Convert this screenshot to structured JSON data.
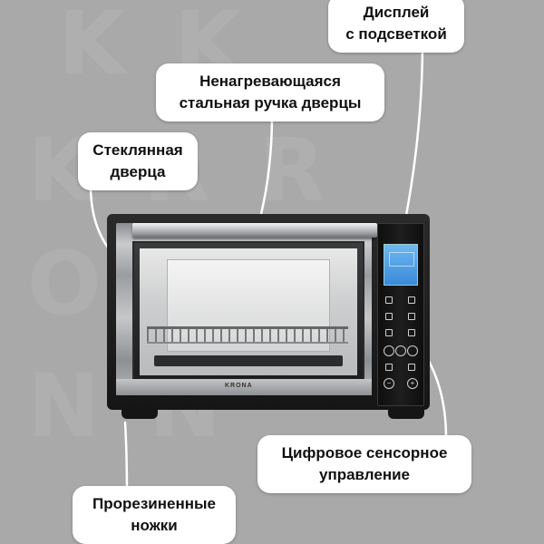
{
  "callouts": {
    "display": {
      "line1": "Дисплей",
      "line2": "с подсветкой"
    },
    "handle": {
      "line1": "Ненагревающаяся",
      "line2": "стальная ручка дверцы"
    },
    "glass_door": {
      "line1": "Стеклянная",
      "line2": "дверца"
    },
    "touch_control": {
      "line1": "Цифровое сенсорное",
      "line2": "управление"
    },
    "rubber_feet": {
      "line1": "Прорезиненные",
      "line2": "ножки"
    }
  },
  "oven": {
    "brand": "KRONA"
  },
  "colors": {
    "background": "#a9a9a9",
    "callout_bg": "#ffffff",
    "lcd": "#4a9be0"
  }
}
